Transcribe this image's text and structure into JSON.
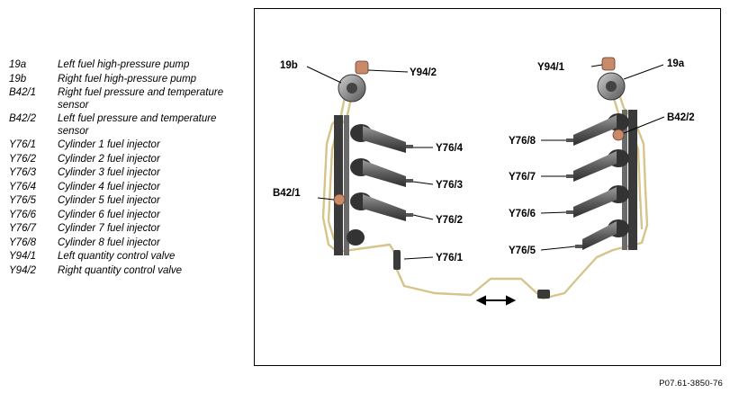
{
  "legend": [
    {
      "code": "19a",
      "desc": "Left fuel high-pressure pump"
    },
    {
      "code": "19b",
      "desc": "Right fuel high-pressure pump"
    },
    {
      "code": "B42/1",
      "desc": "Right fuel pressure and temperature sensor"
    },
    {
      "code": "B42/2",
      "desc": "Left fuel pressure and temperature sensor"
    },
    {
      "code": "Y76/1",
      "desc": "Cylinder 1 fuel injector"
    },
    {
      "code": "Y76/2",
      "desc": "Cylinder 2 fuel injector"
    },
    {
      "code": "Y76/3",
      "desc": "Cylinder 3 fuel injector"
    },
    {
      "code": "Y76/4",
      "desc": "Cylinder 4 fuel injector"
    },
    {
      "code": "Y76/5",
      "desc": "Cylinder 5 fuel injector"
    },
    {
      "code": "Y76/6",
      "desc": "Cylinder 6 fuel injector"
    },
    {
      "code": "Y76/7",
      "desc": "Cylinder 7 fuel injector"
    },
    {
      "code": "Y76/8",
      "desc": "Cylinder 8 fuel injector"
    },
    {
      "code": "Y94/1",
      "desc": "Left quantity control valve"
    },
    {
      "code": "Y94/2",
      "desc": "Right quantity control valve"
    }
  ],
  "callouts": {
    "pump_19b": "19b",
    "valve_y94_2": "Y94/2",
    "valve_y94_1": "Y94/1",
    "pump_19a": "19a",
    "sensor_b42_2": "B42/2",
    "sensor_b42_1": "B42/1",
    "inj_y76_4": "Y76/4",
    "inj_y76_3": "Y76/3",
    "inj_y76_2": "Y76/2",
    "inj_y76_1": "Y76/1",
    "inj_y76_8": "Y76/8",
    "inj_y76_7": "Y76/7",
    "inj_y76_6": "Y76/6",
    "inj_y76_5": "Y76/5"
  },
  "figure_id": "P07.61-3850-76",
  "colors": {
    "fuel_line": "#d6c48a",
    "rail": "#3a3a3a",
    "injector": "#6b6b6b",
    "sensor": "#c98a6a",
    "pump_body": "#8a8a8a"
  }
}
